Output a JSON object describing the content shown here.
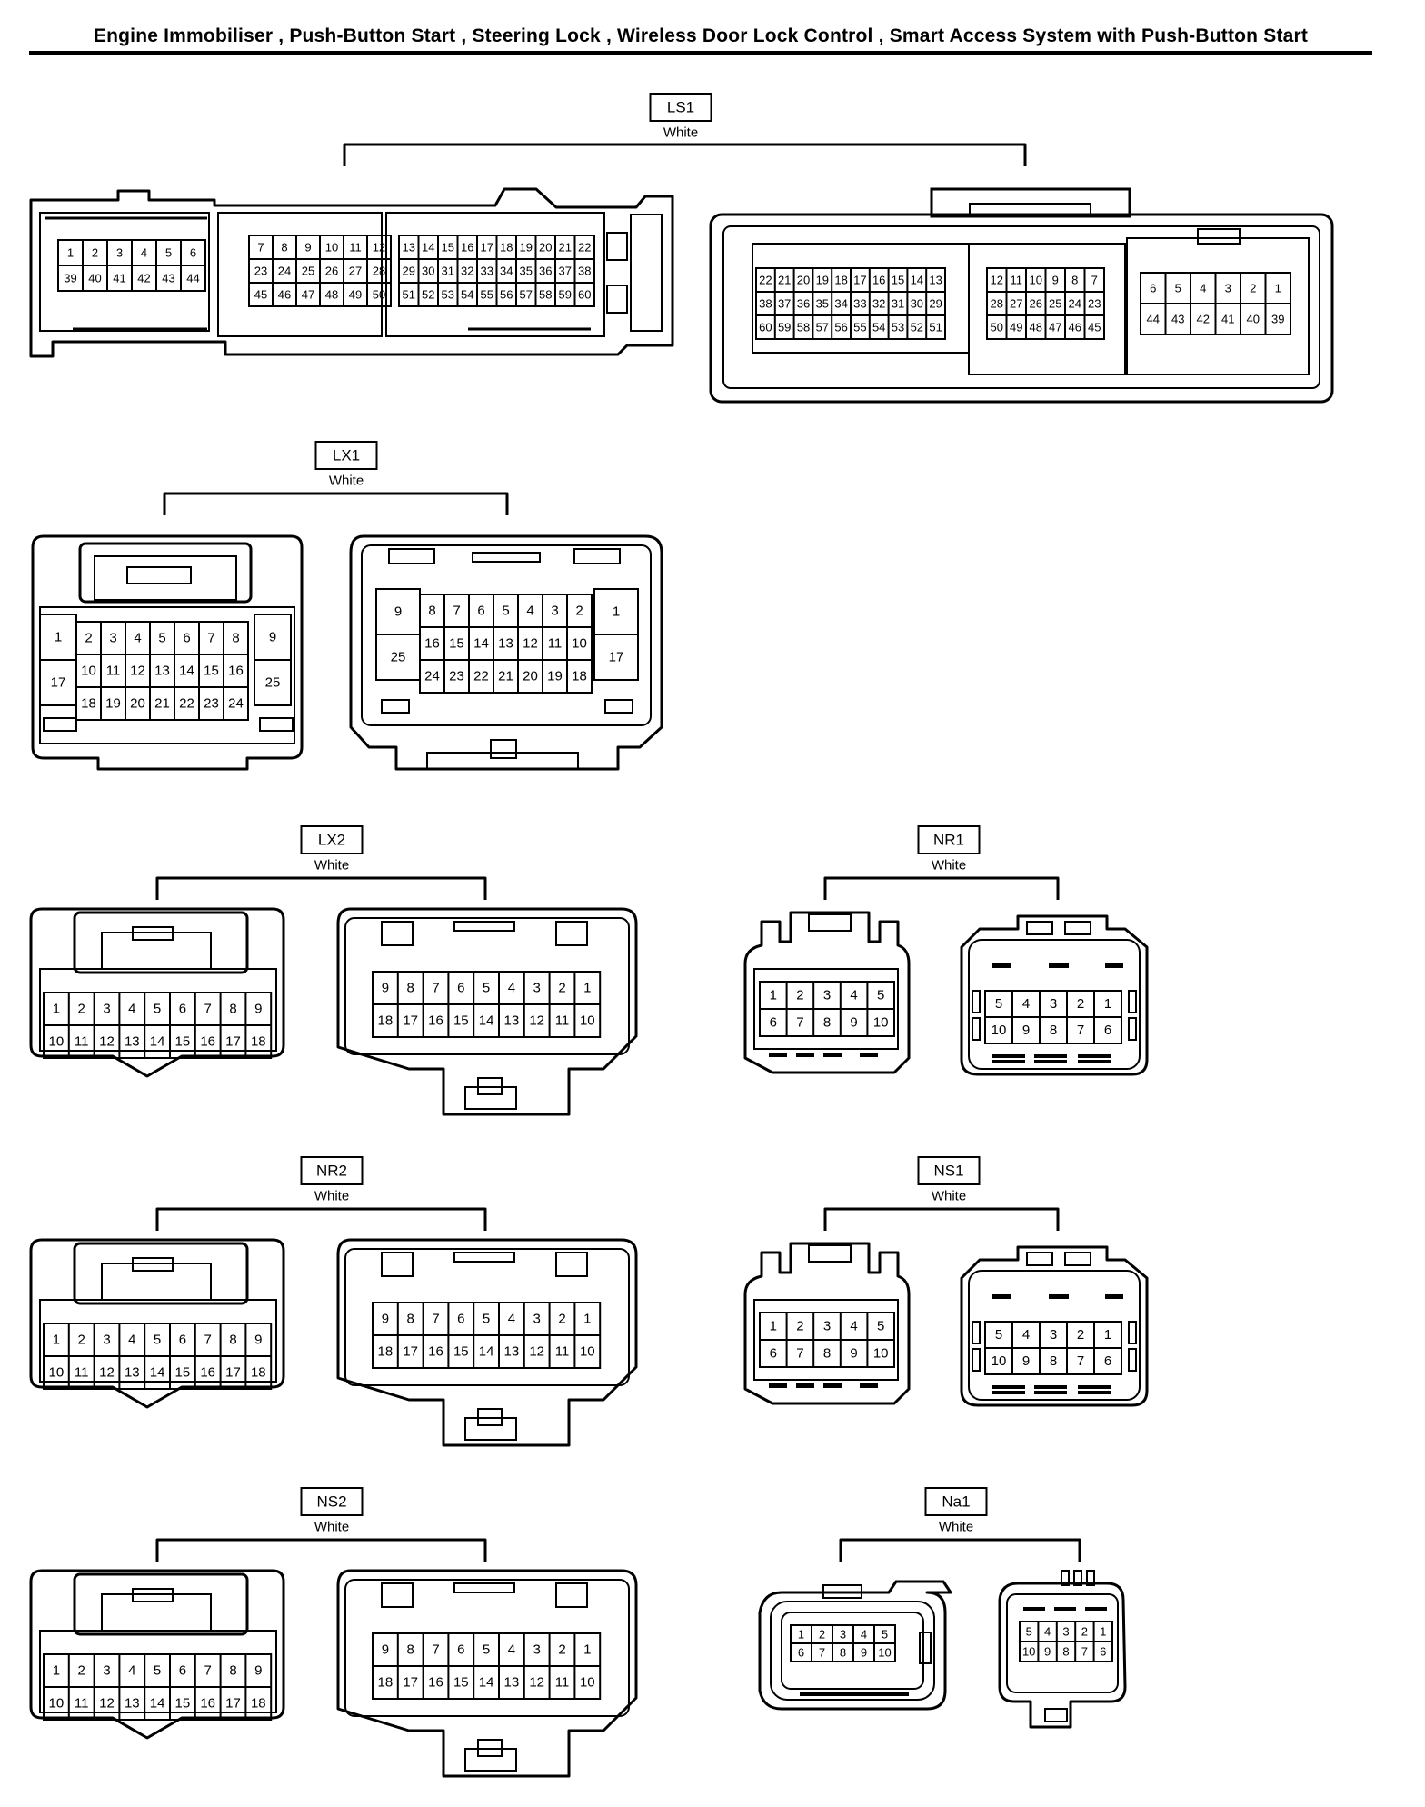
{
  "title": "Engine Immobiliser , Push-Button Start , Steering Lock , Wireless Door Lock Control , Smart Access System with Push-Button Start",
  "connectors": [
    {
      "id": "LS1",
      "color": "White",
      "harness_side": {
        "blocks": [
          [
            [
              "1",
              "2",
              "3",
              "4",
              "5",
              "6"
            ],
            [
              "39",
              "40",
              "41",
              "42",
              "43",
              "44"
            ]
          ],
          [
            [
              "7",
              "8",
              "9",
              "10",
              "11",
              "12"
            ],
            [
              "23",
              "24",
              "25",
              "26",
              "27",
              "28"
            ],
            [
              "45",
              "46",
              "47",
              "48",
              "49",
              "50"
            ]
          ],
          [
            [
              "13",
              "14",
              "15",
              "16",
              "17",
              "18",
              "19",
              "20",
              "21",
              "22"
            ],
            [
              "29",
              "30",
              "31",
              "32",
              "33",
              "34",
              "35",
              "36",
              "37",
              "38"
            ],
            [
              "51",
              "52",
              "53",
              "54",
              "55",
              "56",
              "57",
              "58",
              "59",
              "60"
            ]
          ]
        ]
      },
      "component_side": {
        "blocks": [
          [
            [
              "22",
              "21",
              "20",
              "19",
              "18",
              "17",
              "16",
              "15",
              "14",
              "13"
            ],
            [
              "38",
              "37",
              "36",
              "35",
              "34",
              "33",
              "32",
              "31",
              "30",
              "29"
            ],
            [
              "60",
              "59",
              "58",
              "57",
              "56",
              "55",
              "54",
              "53",
              "52",
              "51"
            ]
          ],
          [
            [
              "12",
              "11",
              "10",
              "9",
              "8",
              "7"
            ],
            [
              "28",
              "27",
              "26",
              "25",
              "24",
              "23"
            ],
            [
              "50",
              "49",
              "48",
              "47",
              "46",
              "45"
            ]
          ],
          [
            [
              "6",
              "5",
              "4",
              "3",
              "2",
              "1"
            ],
            [
              "44",
              "43",
              "42",
              "41",
              "40",
              "39"
            ]
          ]
        ]
      }
    },
    {
      "id": "LX1",
      "color": "White",
      "harness_side": {
        "left": [
          "1",
          "17"
        ],
        "rows": [
          [
            "2",
            "3",
            "4",
            "5",
            "6",
            "7",
            "8"
          ],
          [
            "10",
            "11",
            "12",
            "13",
            "14",
            "15",
            "16"
          ],
          [
            "18",
            "19",
            "20",
            "21",
            "22",
            "23",
            "24"
          ]
        ],
        "right": [
          "9",
          "25"
        ]
      },
      "component_side": {
        "left": [
          "9",
          "25"
        ],
        "rows": [
          [
            "8",
            "7",
            "6",
            "5",
            "4",
            "3",
            "2"
          ],
          [
            "16",
            "15",
            "14",
            "13",
            "12",
            "11",
            "10"
          ],
          [
            "24",
            "23",
            "22",
            "21",
            "20",
            "19",
            "18"
          ]
        ],
        "right": [
          "1",
          "17"
        ]
      }
    },
    {
      "id": "LX2",
      "color": "White",
      "harness_side": [
        [
          "1",
          "2",
          "3",
          "4",
          "5",
          "6",
          "7",
          "8",
          "9"
        ],
        [
          "10",
          "11",
          "12",
          "13",
          "14",
          "15",
          "16",
          "17",
          "18"
        ]
      ],
      "component_side": [
        [
          "9",
          "8",
          "7",
          "6",
          "5",
          "4",
          "3",
          "2",
          "1"
        ],
        [
          "18",
          "17",
          "16",
          "15",
          "14",
          "13",
          "12",
          "11",
          "10"
        ]
      ]
    },
    {
      "id": "NR1",
      "color": "White",
      "harness_side": [
        [
          "1",
          "2",
          "3",
          "4",
          "5"
        ],
        [
          "6",
          "7",
          "8",
          "9",
          "10"
        ]
      ],
      "component_side": [
        [
          "5",
          "4",
          "3",
          "2",
          "1"
        ],
        [
          "10",
          "9",
          "8",
          "7",
          "6"
        ]
      ]
    },
    {
      "id": "NR2",
      "color": "White",
      "harness_side": [
        [
          "1",
          "2",
          "3",
          "4",
          "5",
          "6",
          "7",
          "8",
          "9"
        ],
        [
          "10",
          "11",
          "12",
          "13",
          "14",
          "15",
          "16",
          "17",
          "18"
        ]
      ],
      "component_side": [
        [
          "9",
          "8",
          "7",
          "6",
          "5",
          "4",
          "3",
          "2",
          "1"
        ],
        [
          "18",
          "17",
          "16",
          "15",
          "14",
          "13",
          "12",
          "11",
          "10"
        ]
      ]
    },
    {
      "id": "NS1",
      "color": "White",
      "harness_side": [
        [
          "1",
          "2",
          "3",
          "4",
          "5"
        ],
        [
          "6",
          "7",
          "8",
          "9",
          "10"
        ]
      ],
      "component_side": [
        [
          "5",
          "4",
          "3",
          "2",
          "1"
        ],
        [
          "10",
          "9",
          "8",
          "7",
          "6"
        ]
      ]
    },
    {
      "id": "NS2",
      "color": "White",
      "harness_side": [
        [
          "1",
          "2",
          "3",
          "4",
          "5",
          "6",
          "7",
          "8",
          "9"
        ],
        [
          "10",
          "11",
          "12",
          "13",
          "14",
          "15",
          "16",
          "17",
          "18"
        ]
      ],
      "component_side": [
        [
          "9",
          "8",
          "7",
          "6",
          "5",
          "4",
          "3",
          "2",
          "1"
        ],
        [
          "18",
          "17",
          "16",
          "15",
          "14",
          "13",
          "12",
          "11",
          "10"
        ]
      ]
    },
    {
      "id": "Na1",
      "color": "White",
      "harness_side": [
        [
          "1",
          "2",
          "3",
          "4",
          "5"
        ],
        [
          "6",
          "7",
          "8",
          "9",
          "10"
        ]
      ],
      "component_side": [
        [
          "5",
          "4",
          "3",
          "2",
          "1"
        ],
        [
          "10",
          "9",
          "8",
          "7",
          "6"
        ]
      ]
    }
  ]
}
